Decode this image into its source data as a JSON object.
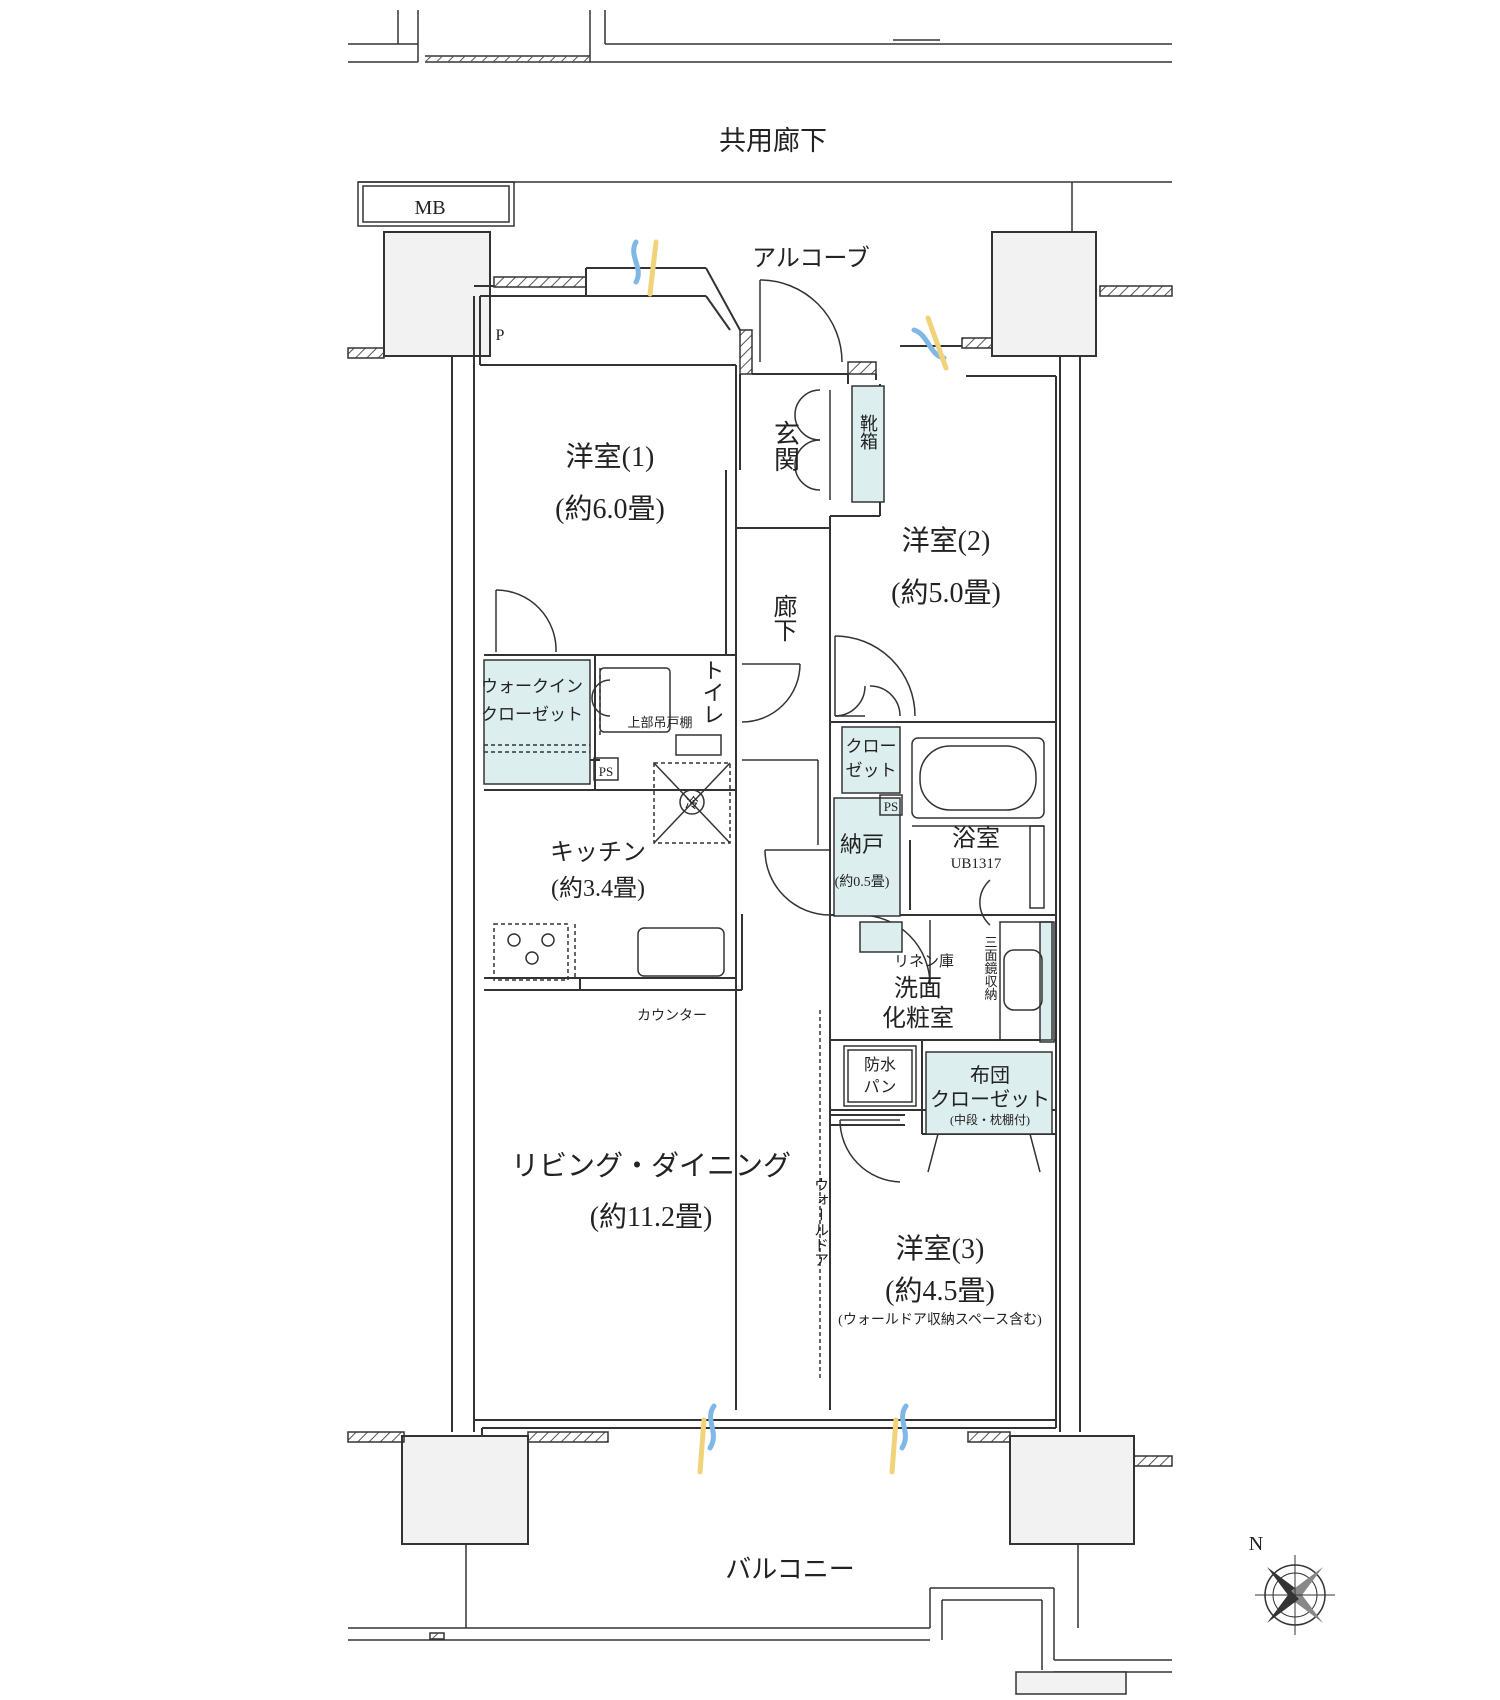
{
  "labels": {
    "corridor": "共用廊下",
    "mb": "MB",
    "p": "P",
    "alcove": "アルコーブ",
    "room1": "洋室(1)",
    "room1_area": "(約6.0畳)",
    "entrance": "玄関",
    "shoe_box": "靴箱",
    "room2": "洋室(2)",
    "room2_area": "(約5.0畳)",
    "hallway": "廊下",
    "toilet": "トイレ",
    "walkin": "ウォークイン",
    "walkin2": "クローゼット",
    "upper_shelf": "上部吊戸棚",
    "ps": "PS",
    "fridge": "冷",
    "closet_a": "クロー",
    "closet_b": "ゼット",
    "bath": "浴室",
    "bath_unit": "UB1317",
    "storage": "納戸",
    "storage_area": "(約0.5畳)",
    "kitchen": "キッチン",
    "kitchen_area": "(約3.4畳)",
    "linen": "リネン庫",
    "washroom_a": "洗面",
    "washroom_b": "化粧室",
    "mirror": "三面鏡収納",
    "counter": "カウンター",
    "waterpan_a": "防水",
    "waterpan_b": "パン",
    "futon_a": "布団",
    "futon_b": "クローゼット",
    "futon_c": "(中段・枕棚付)",
    "living": "リビング・ダイニング",
    "living_area": "(約11.2畳)",
    "walldoor": "ウォールドア",
    "room3": "洋室(3)",
    "room3_area": "(約4.5畳)",
    "room3_note": "(ウォールドア収納スペース含む)",
    "balcony": "バルコニー",
    "north": "N"
  },
  "colors": {
    "storage_fill": "#dcefee",
    "wall": "#333333",
    "column_fill": "#f2f2f2",
    "air_blue": "#7fb8e6",
    "air_yellow": "#f0d37a"
  }
}
